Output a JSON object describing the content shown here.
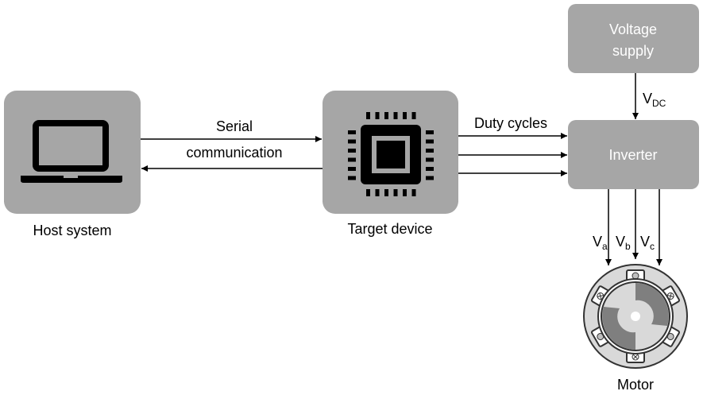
{
  "colors": {
    "block_fill": "#a6a6a6",
    "icon": "#000000",
    "line": "#000000",
    "motor_outer": "#d9d9d9",
    "motor_dark": "#7f7f7f",
    "motor_light": "#d9d9d9"
  },
  "nodes": {
    "host": {
      "label": "Host system",
      "icon": "laptop-icon"
    },
    "target": {
      "label": "Target device",
      "icon": "cpu-chip-icon"
    },
    "voltage": {
      "label_line1": "Voltage",
      "label_line2": "supply"
    },
    "inverter": {
      "label": "Inverter"
    },
    "motor": {
      "label": "Motor",
      "icon": "motor-icon"
    }
  },
  "edges": {
    "serial": {
      "label_line1": "Serial",
      "label_line2": "communication"
    },
    "duty": {
      "label": "Duty cycles",
      "count": 3
    },
    "vdc": {
      "main": "V",
      "sub": "DC"
    },
    "phases": [
      {
        "main": "V",
        "sub": "a"
      },
      {
        "main": "V",
        "sub": "b"
      },
      {
        "main": "V",
        "sub": "c"
      }
    ]
  }
}
